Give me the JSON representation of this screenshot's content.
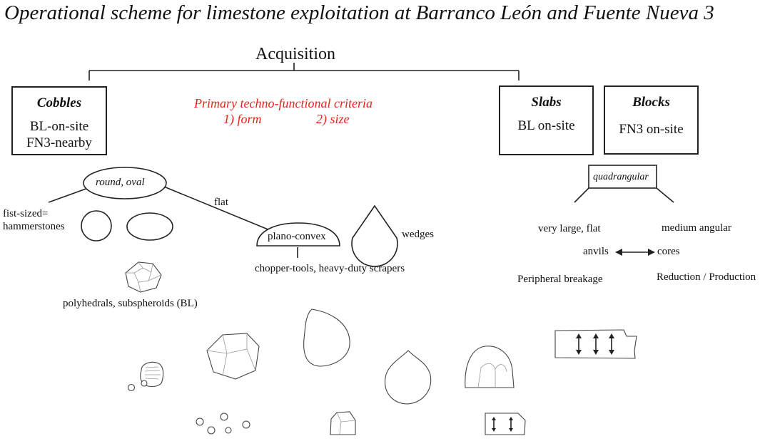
{
  "title": "Operational scheme for limestone exploitation at Barranco León and Fuente Nueva 3",
  "acquisition": "Acquisition",
  "cobbles": {
    "heading": "Cobbles",
    "line1": "BL-on-site",
    "line2": "FN3-nearby"
  },
  "criteria": {
    "heading": "Primary techno-functional criteria",
    "item1": "1) form",
    "item2": "2) size",
    "color": "#e1261c"
  },
  "slabs": {
    "heading": "Slabs",
    "line1": "BL on-site"
  },
  "blocks": {
    "heading": "Blocks",
    "line1": "FN3 on-site"
  },
  "cobble_branch": {
    "shape_node": "round, oval",
    "fist_sized_1": "fist-sized=",
    "fist_sized_2": "hammerstones",
    "flat": "flat",
    "plano_convex": "plano-convex",
    "wedges": "wedges",
    "chopper_tools": "chopper-tools, heavy-duty scrapers",
    "polyhedrals": "polyhedrals, subspheroids (BL)"
  },
  "slab_branch": {
    "shape_node": "quadrangular",
    "very_large_flat": "very large, flat",
    "medium_angular": "medium angular",
    "anvils": "anvils",
    "cores": "cores",
    "peripheral_breakage": "Peripheral breakage",
    "reduction_production": "Reduction / Production"
  }
}
